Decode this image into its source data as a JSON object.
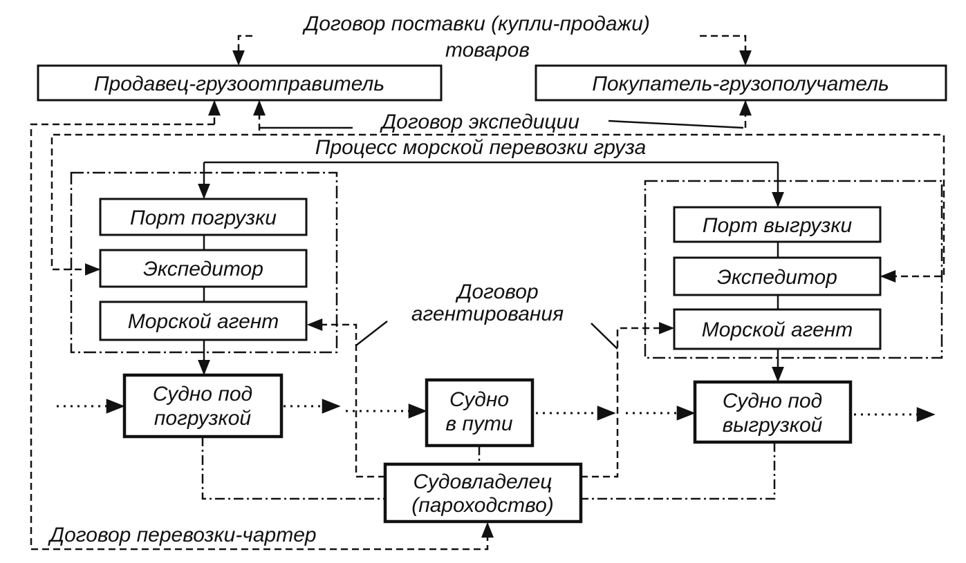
{
  "contracts": {
    "supply_line1": "Договор поставки (купли-продажи)",
    "supply_line2": "товаров",
    "expedition": "Договор экспедиции",
    "process": "Процесс морской перевозки груза",
    "agency_line1": "Договор",
    "agency_line2": "агентирования",
    "charter": "Договор перевозки-чартер"
  },
  "parties": {
    "seller": "Продавец-грузоотправитель",
    "buyer": "Покупатель-грузополучатель"
  },
  "loading_group": {
    "port": "Порт погрузки",
    "forwarder": "Экспедитор",
    "agent": "Морской агент"
  },
  "unloading_group": {
    "port": "Порт выгрузки",
    "forwarder": "Экспедитор",
    "agent": "Морской агент"
  },
  "vessels": {
    "loading_line1": "Судно под",
    "loading_line2": "погрузкой",
    "transit_line1": "Судно",
    "transit_line2": "в пути",
    "unloading_line1": "Судно под",
    "unloading_line2": "выгрузкой"
  },
  "owner": {
    "line1": "Судовладелец",
    "line2": "(пароходство)"
  }
}
